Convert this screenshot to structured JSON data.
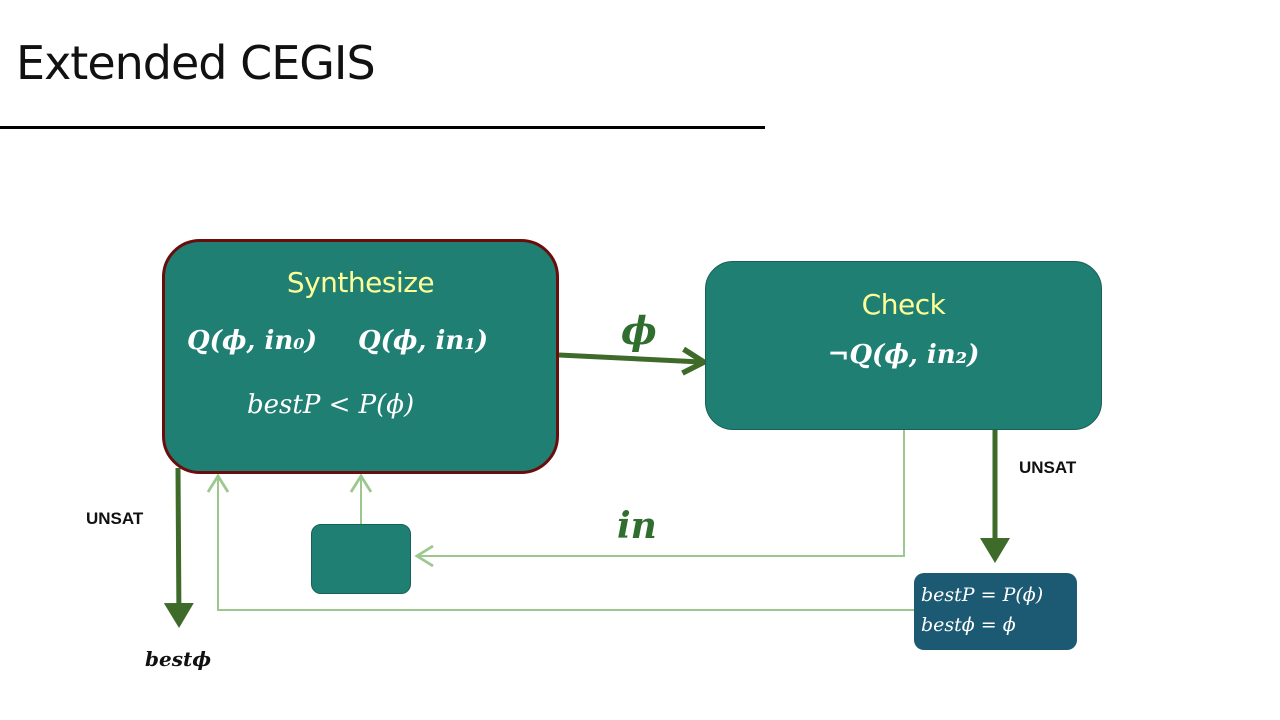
{
  "slide": {
    "title": "Extended CEGIS"
  },
  "synthesize": {
    "title": "Synthesize",
    "constraint_1": "Q(ϕ, in₀)",
    "constraint_2": "Q(ϕ, in₁)",
    "objective": "bestP <  P(ϕ)"
  },
  "check": {
    "title": "Check",
    "formula": "¬Q(ϕ, in₂)"
  },
  "update": {
    "line_1": "bestP = P(ϕ)",
    "line_2": "bestϕ = ϕ"
  },
  "edges": {
    "phi_label": "ϕ",
    "in_label": "in",
    "unsat_left": "UNSAT",
    "unsat_right": "UNSAT",
    "output": "bestϕ"
  },
  "colors": {
    "box_fill": "#1f7f73",
    "synth_border": "#6a0d0d",
    "update_fill": "#1c5a73",
    "title_text": "#ffff99",
    "main_arrow": "#3e6b2a",
    "thin_arrow": "#9cc78f"
  }
}
